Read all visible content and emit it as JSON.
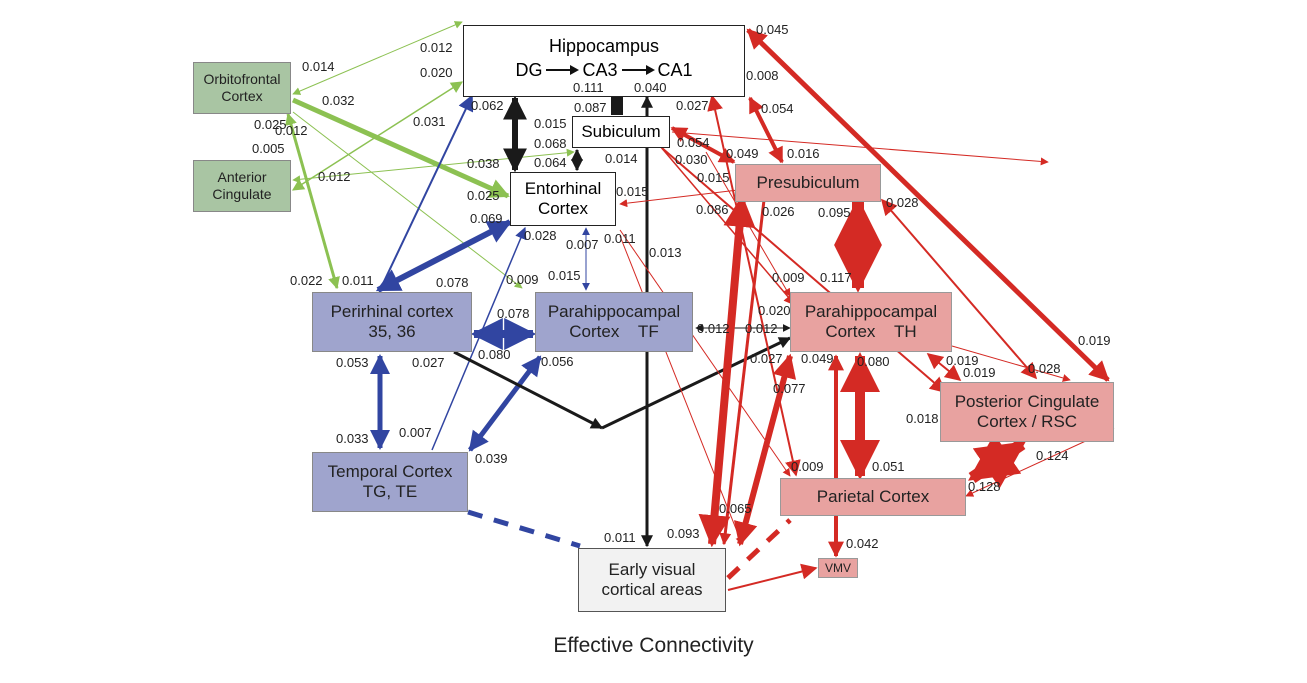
{
  "caption": "Effective Connectivity",
  "colors": {
    "green": "#8cc152",
    "blue": "#3145a1",
    "red": "#d42a24",
    "black": "#1a1a1a"
  },
  "nodes": {
    "hippocampus": {
      "title": "Hippocampus",
      "dg": "DG",
      "ca3": "CA3",
      "ca1": "CA1"
    },
    "subiculum": {
      "label": "Subiculum"
    },
    "entorhinal": {
      "line1": "Entorhinal",
      "line2": "Cortex"
    },
    "orbitofrontal": {
      "line1": "Orbitofrontal",
      "line2": "Cortex"
    },
    "anterior_cingulate": {
      "line1": "Anterior",
      "line2": "Cingulate"
    },
    "perirhinal": {
      "line1": "Perirhinal cortex",
      "line2": "35, 36"
    },
    "parahippocampal_tf": {
      "line1": "Parahippocampal",
      "line2": "Cortex    TF"
    },
    "temporal": {
      "line1": "Temporal Cortex",
      "line2": "TG, TE"
    },
    "presubiculum": {
      "label": "Presubiculum"
    },
    "parahippocampal_th": {
      "line1": "Parahippocampal",
      "line2": "Cortex    TH"
    },
    "posterior_cingulate": {
      "line1": "Posterior Cingulate",
      "line2": "Cortex / RSC"
    },
    "parietal": {
      "label": "Parietal Cortex"
    },
    "vmv": {
      "label": "VMV"
    },
    "early_visual": {
      "line1": "Early visual",
      "line2": "cortical areas"
    }
  },
  "weights": [
    "0.045",
    "0.012",
    "0.014",
    "0.020",
    "0.008",
    "0.111",
    "0.040",
    "0.032",
    "0.054",
    "0.025",
    "0.012",
    "0.005",
    "0.031",
    "0.062",
    "0.087",
    "0.027",
    "0.015",
    "0.054",
    "0.049",
    "0.016",
    "0.068",
    "0.030",
    "0.064",
    "0.014",
    "0.038",
    "0.015",
    "0.012",
    "0.025",
    "0.015",
    "0.086",
    "0.026",
    "0.095",
    "0.028",
    "0.069",
    "0.028",
    "0.007",
    "0.011",
    "0.013",
    "0.009",
    "0.015",
    "0.022",
    "0.011",
    "0.078",
    "0.009",
    "0.117",
    "0.078",
    "0.012",
    "0.012",
    "0.020",
    "0.053",
    "0.027",
    "0.080",
    "0.056",
    "0.027",
    "0.049",
    "0.080",
    "0.019",
    "0.019",
    "0.028",
    "0.019",
    "0.077",
    "0.018",
    "0.033",
    "0.007",
    "0.039",
    "0.124",
    "0.009",
    "0.051",
    "0.128",
    "0.065",
    "0.011",
    "0.093",
    "0.042"
  ]
}
